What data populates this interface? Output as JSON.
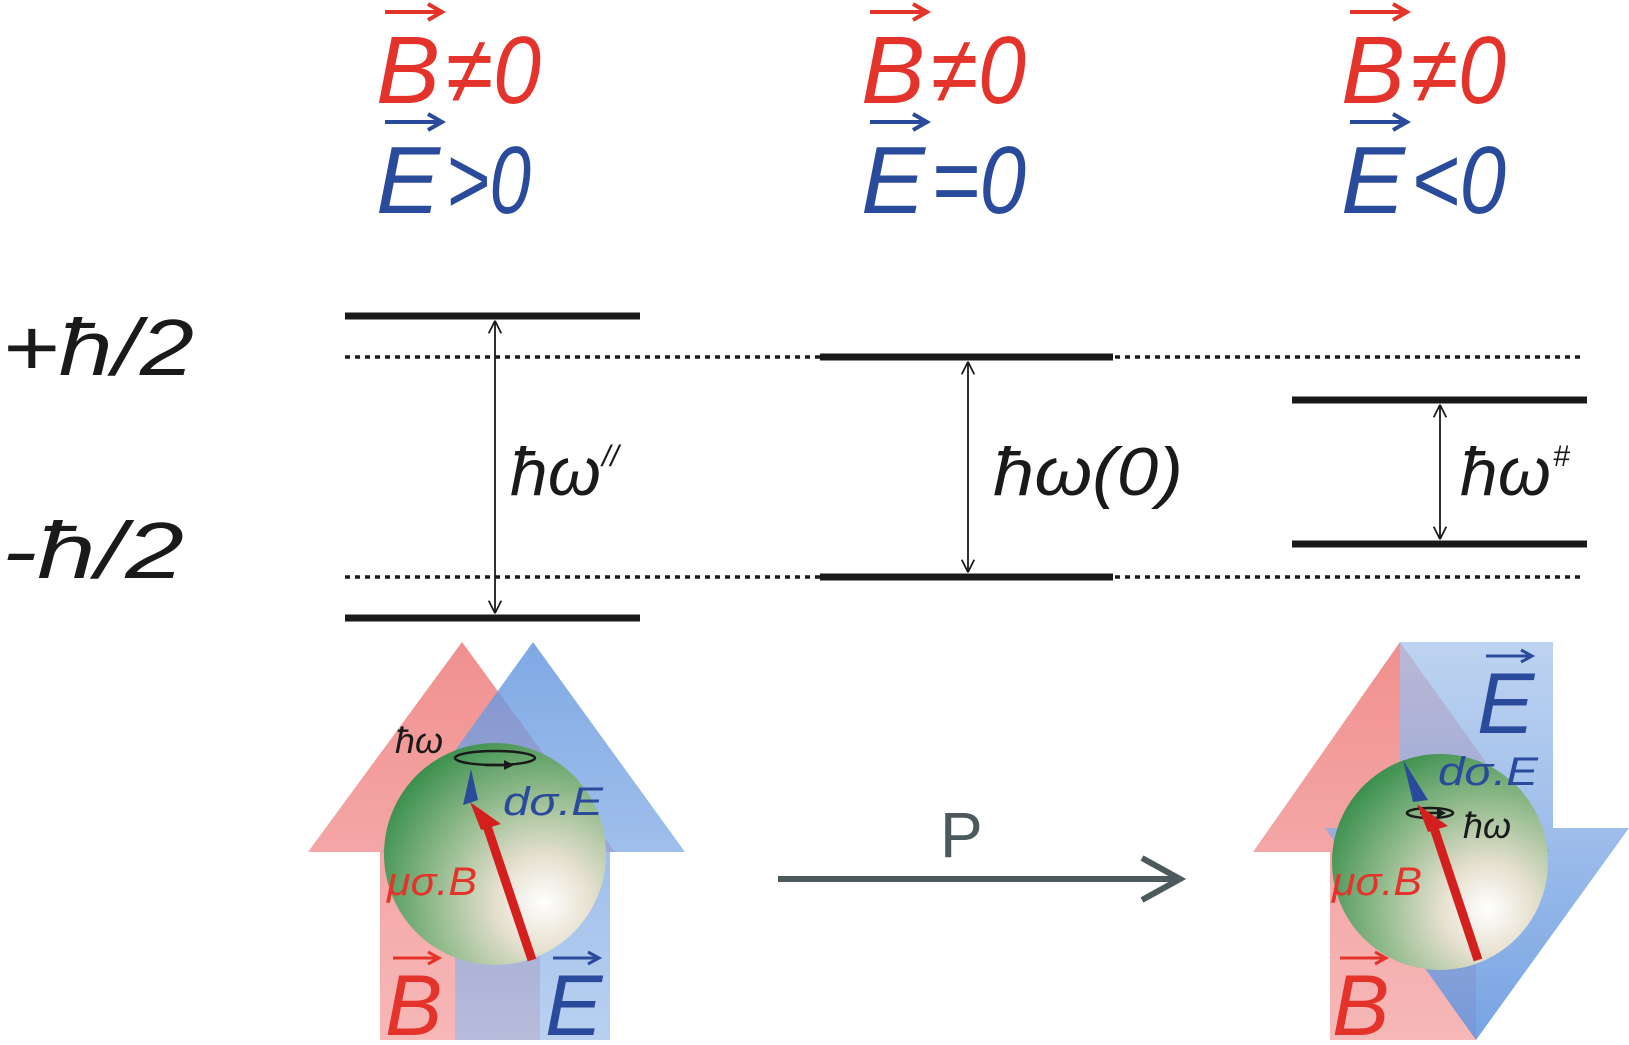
{
  "colors": {
    "red": "#e3332a",
    "blue": "#2a4a9c",
    "black": "#1a1a1a",
    "arrow_gray": "#4d5a5d",
    "red_arrow_fill": "#f08888",
    "blue_arrow_fill": "#7fa8e6",
    "sphere_green": "#3f8f4a"
  },
  "columns": [
    {
      "b_letter": "B",
      "b_rel": "≠0",
      "e_letter": "E",
      "e_rel": ">0"
    },
    {
      "b_letter": "B",
      "b_rel": "≠0",
      "e_letter": "E",
      "e_rel": "=0"
    },
    {
      "b_letter": "B",
      "b_rel": "≠0",
      "e_letter": "E",
      "e_rel": "<0"
    }
  ],
  "levels": {
    "upper_label": "+ħ/2",
    "lower_label": "-ħ/2"
  },
  "splittings": [
    "ħω",
    "ħω(0)",
    "ħω"
  ],
  "splitting_superscripts": [
    "//",
    "",
    "#"
  ],
  "left_figure": {
    "precession_label": "ħω",
    "edm_term": "dσ.E",
    "mdm_term": "μσ.B",
    "b_label": "B",
    "e_label": "E"
  },
  "right_figure": {
    "precession_label": "ħω",
    "edm_term": "dσ.E",
    "mdm_term": "μσ.B",
    "b_label": "B",
    "e_label": "E"
  },
  "transform": {
    "label": "P"
  }
}
